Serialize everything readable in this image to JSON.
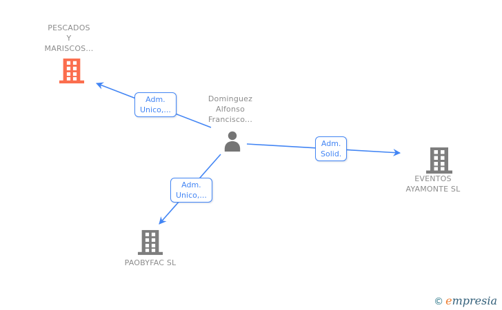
{
  "diagram": {
    "type": "corporate-relationship-graph",
    "nodes": {
      "pescados": {
        "kind": "company",
        "label_lines": [
          "PESCADOS",
          "Y",
          "MARISCOS..."
        ],
        "icon": "building-icon",
        "icon_color": "#fb6e4e"
      },
      "dominguez": {
        "kind": "person",
        "label_lines": [
          "Dominguez",
          "Alfonso",
          "Francisco..."
        ],
        "icon": "person-icon",
        "icon_color": "#757575"
      },
      "eventos": {
        "kind": "company",
        "label_lines": [
          "EVENTOS",
          "AYAMONTE SL"
        ],
        "icon": "building-icon",
        "icon_color": "#7d7d7d"
      },
      "paobyfac": {
        "kind": "company",
        "label_lines": [
          "PAOBYFAC SL"
        ],
        "icon": "building-icon",
        "icon_color": "#7d7d7d"
      }
    },
    "edges": [
      {
        "from": "dominguez",
        "to": "pescados",
        "label_lines": [
          "Adm.",
          "Unico,..."
        ]
      },
      {
        "from": "dominguez",
        "to": "eventos",
        "label_lines": [
          "Adm.",
          "Solid."
        ]
      },
      {
        "from": "dominguez",
        "to": "paobyfac",
        "label_lines": [
          "Adm.",
          "Unico,..."
        ]
      }
    ]
  },
  "footer": {
    "copyright": "©",
    "brand_first": "e",
    "brand_rest": "mpresia"
  },
  "colors": {
    "edge_blue": "#4285f4",
    "company_orange": "#fb6e4e",
    "company_gray": "#7d7d7d",
    "person_gray": "#757575",
    "node_text_gray": "#8c8c8c",
    "logo_teal": "#2a7688",
    "logo_dark_teal": "#33607a",
    "logo_orange": "#ee7c2e"
  }
}
